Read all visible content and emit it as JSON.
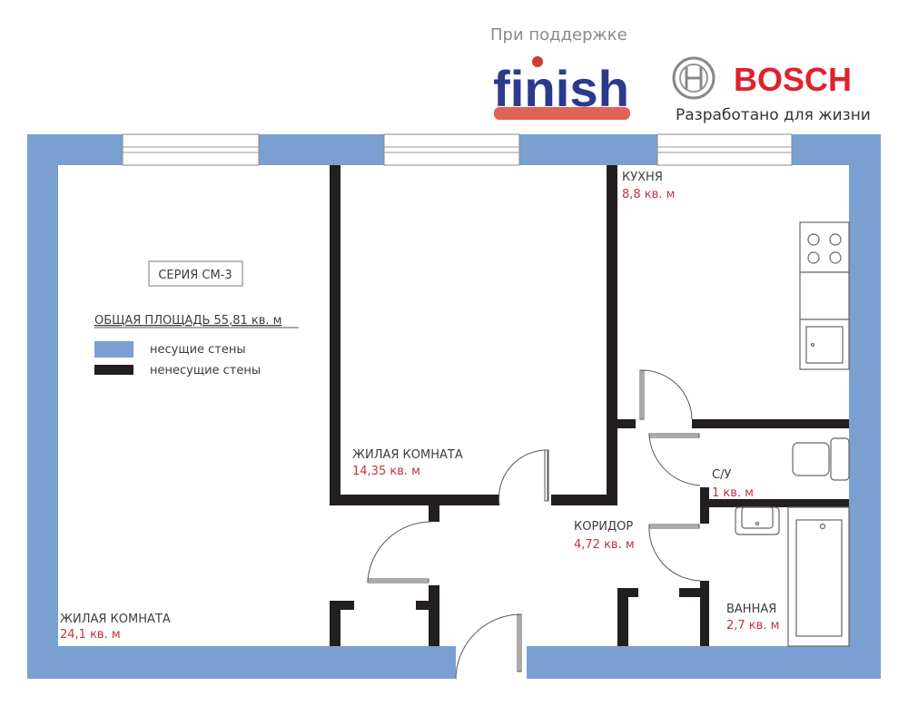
{
  "header": {
    "support_text": "При поддержке",
    "sponsor1": "finish",
    "sponsor2": "BOSCH",
    "sponsor2_slogan": "Разработано для жизни"
  },
  "colors": {
    "bearing_wall": "#7a9fd1",
    "non_bearing_wall": "#231f20",
    "area_text": "#c5323c"
  },
  "info": {
    "series": "СЕРИЯ СМ-3",
    "total_area": "ОБЩАЯ ПЛОЩАДЬ  55,81 кв. м",
    "legend": [
      {
        "label": "несущие стены"
      },
      {
        "label": "ненесущие стены"
      }
    ]
  },
  "rooms": [
    {
      "name": "ЖИЛАЯ КОМНАТА",
      "area": "24,1 кв. м"
    },
    {
      "name": "ЖИЛАЯ КОМНАТА",
      "area": "14,35 кв. м"
    },
    {
      "name": "КУХНЯ",
      "area": "8,8 кв. м"
    },
    {
      "name": "КОРИДОР",
      "area": "4,72 кв. м"
    },
    {
      "name": "С/У",
      "area": "1 кв. м"
    },
    {
      "name": "ВАННАЯ",
      "area": "2,7 кв. м"
    }
  ]
}
